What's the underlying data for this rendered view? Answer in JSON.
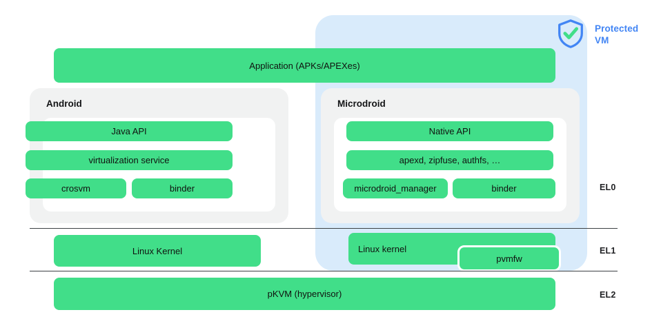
{
  "diagram": {
    "title": "Android Virtualization / pKVM architecture",
    "colors": {
      "green_block": "#41de89",
      "protected_vm_blue": "#d9ebfb",
      "accent_blue": "#4285f4",
      "panel_grey": "#f1f2f2",
      "card_white": "#ffffff",
      "divider": "#3c4043"
    }
  },
  "protected_vm": {
    "label_line1": "Protected",
    "label_line2": "VM",
    "icon": "shield-check-icon"
  },
  "exception_levels": [
    {
      "id": "el0",
      "label": "EL0"
    },
    {
      "id": "el1",
      "label": "EL1"
    },
    {
      "id": "el2",
      "label": "EL2"
    }
  ],
  "application_bar": {
    "label": "Application (APKs/APEXes)"
  },
  "stacks": [
    {
      "id": "android",
      "title": "Android",
      "rows": [
        {
          "type": "full",
          "items": [
            {
              "label": "Java API"
            }
          ]
        },
        {
          "type": "full",
          "items": [
            {
              "label": "virtualization service"
            }
          ]
        },
        {
          "type": "split",
          "items": [
            {
              "label": "crosvm"
            },
            {
              "label": "binder"
            }
          ]
        }
      ]
    },
    {
      "id": "microdroid",
      "title": "Microdroid",
      "rows": [
        {
          "type": "full",
          "items": [
            {
              "label": "Native API"
            }
          ]
        },
        {
          "type": "full",
          "items": [
            {
              "label": "apexd, zipfuse, authfs, …"
            }
          ]
        },
        {
          "type": "split",
          "items": [
            {
              "label": "microdroid_manager"
            },
            {
              "label": "binder"
            }
          ]
        }
      ]
    }
  ],
  "el1_row": {
    "kernel_left": "Linux Kernel",
    "kernel_right": "Linux kernel",
    "pvmfw": "pvmfw"
  },
  "el2_row": {
    "hypervisor": "pKVM (hypervisor)"
  }
}
